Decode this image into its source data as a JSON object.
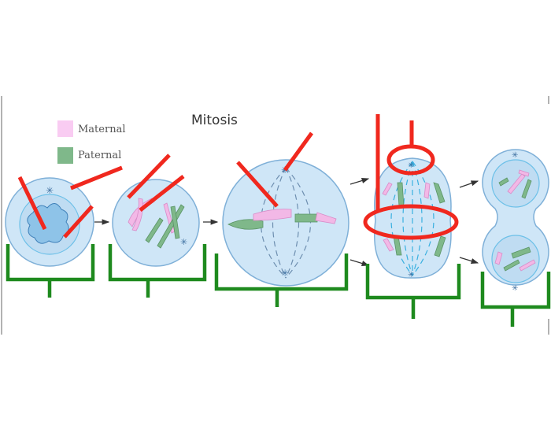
{
  "title": "Mitosis",
  "legend": [
    {
      "label": "Maternal",
      "color": "#f9ccf2"
    },
    {
      "label": "Paternal",
      "color": "#7fb88a"
    }
  ],
  "colors": {
    "label_lines": "#f0281e",
    "brackets": "#1e8a1e",
    "cell": "#cfe6f7"
  }
}
